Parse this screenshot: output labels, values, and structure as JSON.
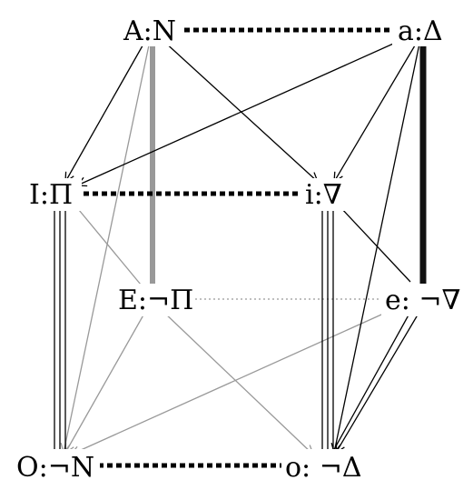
{
  "nodes": {
    "A": "A:N",
    "a": "a:Δ",
    "I": "I:Π",
    "i": "i:∇",
    "E": "E:¬Π",
    "e": "e: ¬∇",
    "O": "O:¬N",
    "o": "o: ¬Δ"
  },
  "colors": {
    "background": "#ffffff",
    "black": "#000000",
    "gray": "#999999",
    "thick_black": "#111111"
  }
}
